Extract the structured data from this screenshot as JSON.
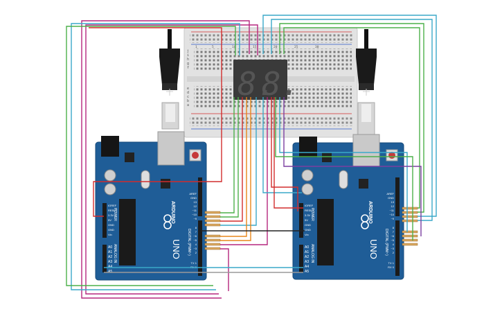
{
  "breadboard": {
    "row_letters_top": [
      "j",
      "i",
      "h",
      "g",
      "f"
    ],
    "row_letters_bottom": [
      "e",
      "d",
      "c",
      "b",
      "a"
    ],
    "col_numbers": [
      "1",
      "5",
      "10",
      "15",
      "20",
      "25",
      "30"
    ]
  },
  "display": {
    "digits": [
      "8.",
      "8."
    ]
  },
  "arduino_left": {
    "brand": "ARDUINO",
    "model": "UNO",
    "power_label": "POWER",
    "analog_label": "ANALOG IN",
    "digital_label": "DIGITAL (PWM~)",
    "power_pins": [
      "IOREF",
      "RESET",
      "3.3V",
      "5V",
      "GND",
      "GND",
      "Vin"
    ],
    "analog_pins": [
      "A0",
      "A1",
      "A2",
      "A3",
      "A4",
      "A5"
    ],
    "header_pins": [
      "AREF",
      "GND",
      "13",
      "12",
      "~11",
      "~10",
      "~9",
      "8",
      "7",
      "~6",
      "~5",
      "4",
      "~3",
      "2",
      "TX 1",
      "RX 0"
    ]
  },
  "arduino_right": {
    "brand": "ARDUINO",
    "model": "UNO",
    "power_label": "POWER",
    "analog_label": "ANALOG IN",
    "digital_label": "DIGITAL (PWM~)",
    "power_pins": [
      "IOREF",
      "RESET",
      "3.3V",
      "5V",
      "GND",
      "GND",
      "Vin"
    ],
    "analog_pins": [
      "A0",
      "A1",
      "A2",
      "A3",
      "A4",
      "A5"
    ],
    "header_pins": [
      "AREF",
      "GND",
      "13",
      "12",
      "~11",
      "~10",
      "~9",
      "8",
      "7",
      "~6",
      "~5",
      "4",
      "~3",
      "2",
      "TX 1",
      "RX 0"
    ]
  },
  "colors": {
    "board": "#1f5d97",
    "breadboard": "#dcdcdc",
    "wire_red": "#d22d2d",
    "wire_green": "#4cb04a",
    "wire_magenta": "#b5267e",
    "wire_cyan": "#3aa9c9",
    "wire_orange": "#e8861a",
    "wire_purple": "#7b3fa0",
    "wire_black": "#222222",
    "wire_gray": "#9a9a9a"
  }
}
